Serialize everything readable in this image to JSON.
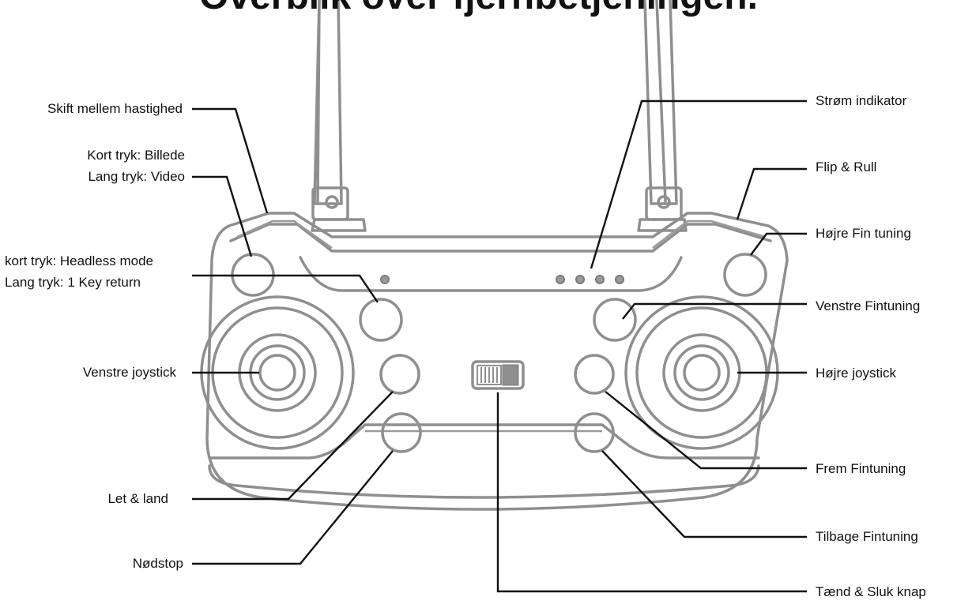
{
  "title": "Overblik over fjernbetjeningen.",
  "labels": {
    "speed_switch": "Skift mellem hastighed",
    "photo_line1": "Kort tryk: Billede",
    "photo_line2": "Lang tryk: Video",
    "headless_line1": "kort tryk: Headless mode",
    "headless_line2": "Lang tryk: 1 Key return",
    "left_joystick": "Venstre joystick",
    "takeoff_land": "Let & land",
    "emergency_stop": "Nødstop",
    "power_indicator": "Strøm indikator",
    "flip_roll": "Flip & Rull",
    "right_fine_tuning": "Højre Fin tuning",
    "left_fine_tuning": "Venstre Fintuning",
    "right_joystick": "Højre joystick",
    "forward_fine_tuning": "Frem Fintuning",
    "back_fine_tuning": "Tilbage Fintuning",
    "power_button": "Tænd & Sluk knap"
  }
}
